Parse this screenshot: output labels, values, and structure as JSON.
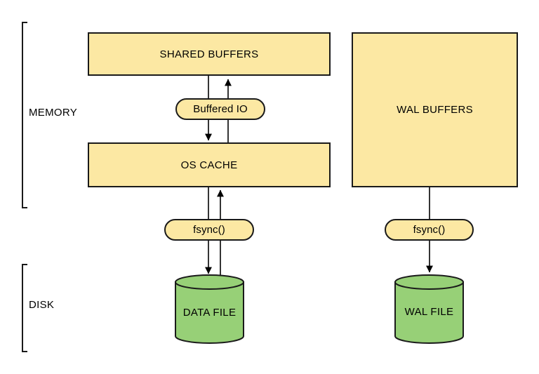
{
  "sections": {
    "memory": {
      "label": "MEMORY"
    },
    "disk": {
      "label": "DISK"
    }
  },
  "nodes": {
    "shared_buffers": {
      "label": "SHARED BUFFERS",
      "shape": "rect",
      "section": "memory"
    },
    "os_cache": {
      "label": "OS CACHE",
      "shape": "rect",
      "section": "memory"
    },
    "wal_buffers": {
      "label": "WAL BUFFERS",
      "shape": "rect",
      "section": "memory"
    },
    "buffered_io": {
      "label": "Buffered IO",
      "shape": "pill"
    },
    "fsync_data": {
      "label": "fsync()",
      "shape": "pill"
    },
    "fsync_wal": {
      "label": "fsync()",
      "shape": "pill"
    },
    "data_file": {
      "label": "DATA FILE",
      "shape": "cylinder",
      "section": "disk"
    },
    "wal_file": {
      "label": "WAL FILE",
      "shape": "cylinder",
      "section": "disk"
    }
  },
  "edges": [
    {
      "from": "shared_buffers",
      "to": "os_cache",
      "via": "buffered_io",
      "bidirectional": true
    },
    {
      "from": "os_cache",
      "to": "data_file",
      "via": "fsync_data",
      "bidirectional": true
    },
    {
      "from": "wal_buffers",
      "to": "wal_file",
      "via": "fsync_wal",
      "bidirectional": false
    }
  ],
  "colors": {
    "node_fill": "#FCE8A3",
    "node_stroke": "#1A1A1A",
    "cylinder_fill": "#97D077",
    "cylinder_stroke": "#1A1A1A",
    "edge": "#000000",
    "text": "#000000",
    "background": "#FFFFFF"
  }
}
